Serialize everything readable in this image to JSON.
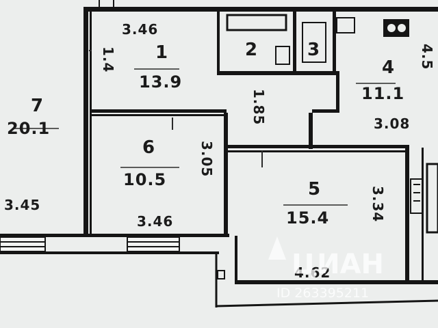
{
  "rooms": [
    {
      "number": "1",
      "area": "13.9",
      "width": "3.46",
      "depth": "1.4"
    },
    {
      "number": "2"
    },
    {
      "number": "3"
    },
    {
      "number": "4",
      "area": "11.1",
      "width": "3.08",
      "depth": "4.5"
    },
    {
      "number": "5",
      "area": "15.4",
      "width": "4.62",
      "depth": "3.34"
    },
    {
      "number": "6",
      "area": "10.5",
      "width": "3.46",
      "depth": "3.05"
    },
    {
      "number": "7",
      "area": "20.1",
      "width": "3.45"
    }
  ],
  "corridor": {
    "width": "1.85"
  },
  "watermark": {
    "brand": "ЦИАН",
    "id": "ID 263395211"
  },
  "colors": {
    "background": "#eceeed",
    "walls": "#151515",
    "lines": "#2a2a2a"
  }
}
